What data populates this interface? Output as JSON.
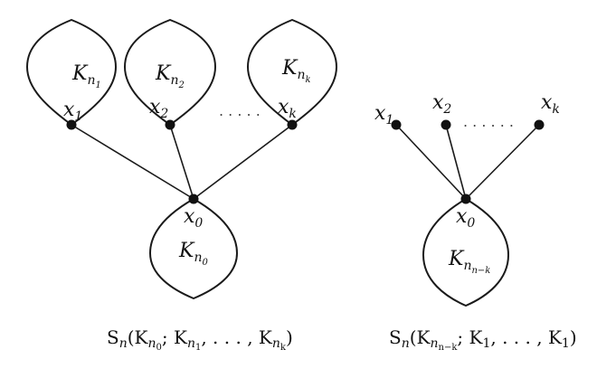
{
  "left_graph": {
    "top_blob_labels": [
      {
        "base": "K",
        "sub": "n",
        "subsub": "1"
      },
      {
        "base": "K",
        "sub": "n",
        "subsub": "2"
      },
      {
        "base": "K",
        "sub": "n",
        "subsub": "k"
      }
    ],
    "vertex_labels": [
      {
        "base": "x",
        "sub": "1"
      },
      {
        "base": "x",
        "sub": "2"
      },
      {
        "base": "x",
        "sub": "k"
      }
    ],
    "dots": ". . . . .",
    "center_vertex": {
      "base": "x",
      "sub": "0"
    },
    "bottom_blob_label": {
      "base": "K",
      "sub": "n",
      "subsub": "0"
    },
    "caption": {
      "p1": "S",
      "p1sub": "n",
      "p2": "(K",
      "p2sub": "n",
      "p2subsub": "0",
      "p3": "; K",
      "p3sub": "n",
      "p3subsub": "1",
      "p4": ", . . . , K",
      "p4sub": "n",
      "p4subsub": "k",
      "p5": ")"
    }
  },
  "right_graph": {
    "vertex_labels": [
      {
        "base": "x",
        "sub": "1"
      },
      {
        "base": "x",
        "sub": "2"
      },
      {
        "base": "x",
        "sub": "k"
      }
    ],
    "dots": ". . . . . .",
    "center_vertex": {
      "base": "x",
      "sub": "0"
    },
    "bottom_blob_label": {
      "base": "K",
      "sub": "n",
      "subsub": "n−k"
    },
    "caption": {
      "p1": "S",
      "p1sub": "n",
      "p2": "(K",
      "p2sub": "n",
      "p2subsub": "n−k",
      "p3": "; K",
      "p3sub": "1",
      "p4": ", . . . , K",
      "p4sub": "1",
      "p5": ")"
    }
  }
}
